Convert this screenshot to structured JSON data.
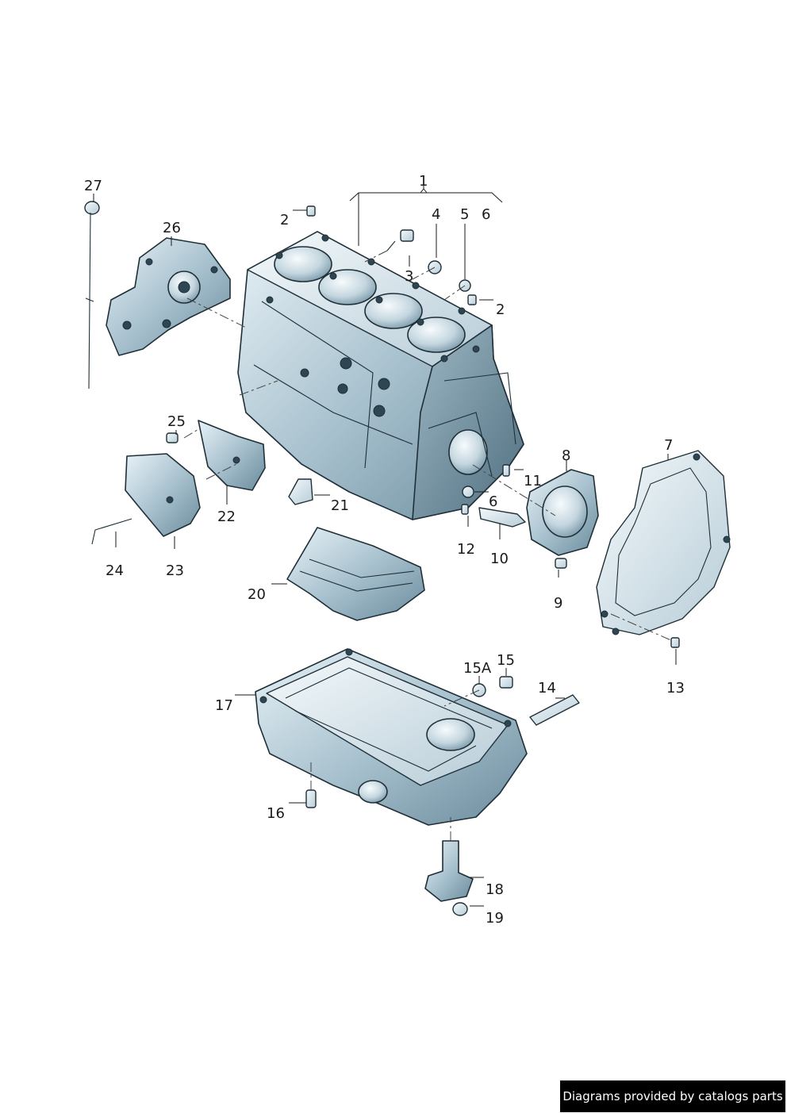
{
  "callouts": {
    "c1": "1",
    "c2a": "2",
    "c2b": "2",
    "c3": "3",
    "c4": "4",
    "c5": "5",
    "c6a": "6",
    "c6b": "6",
    "c7": "7",
    "c8": "8",
    "c9": "9",
    "c10": "10",
    "c11": "11",
    "c12": "12",
    "c13": "13",
    "c14": "14",
    "c15": "15",
    "c15a": "15A",
    "c16": "16",
    "c17": "17",
    "c18": "18",
    "c19": "19",
    "c20": "20",
    "c21": "21",
    "c22": "22",
    "c23": "23",
    "c24": "24",
    "c25": "25",
    "c26": "26",
    "c27": "27"
  },
  "footer": {
    "credit": "Diagrams provided by catalogs parts"
  },
  "colors": {
    "metal_light": "#e6f0f5",
    "metal_mid": "#a9c2cf",
    "metal_dark": "#5d7f91",
    "outline": "#1f2f38"
  }
}
